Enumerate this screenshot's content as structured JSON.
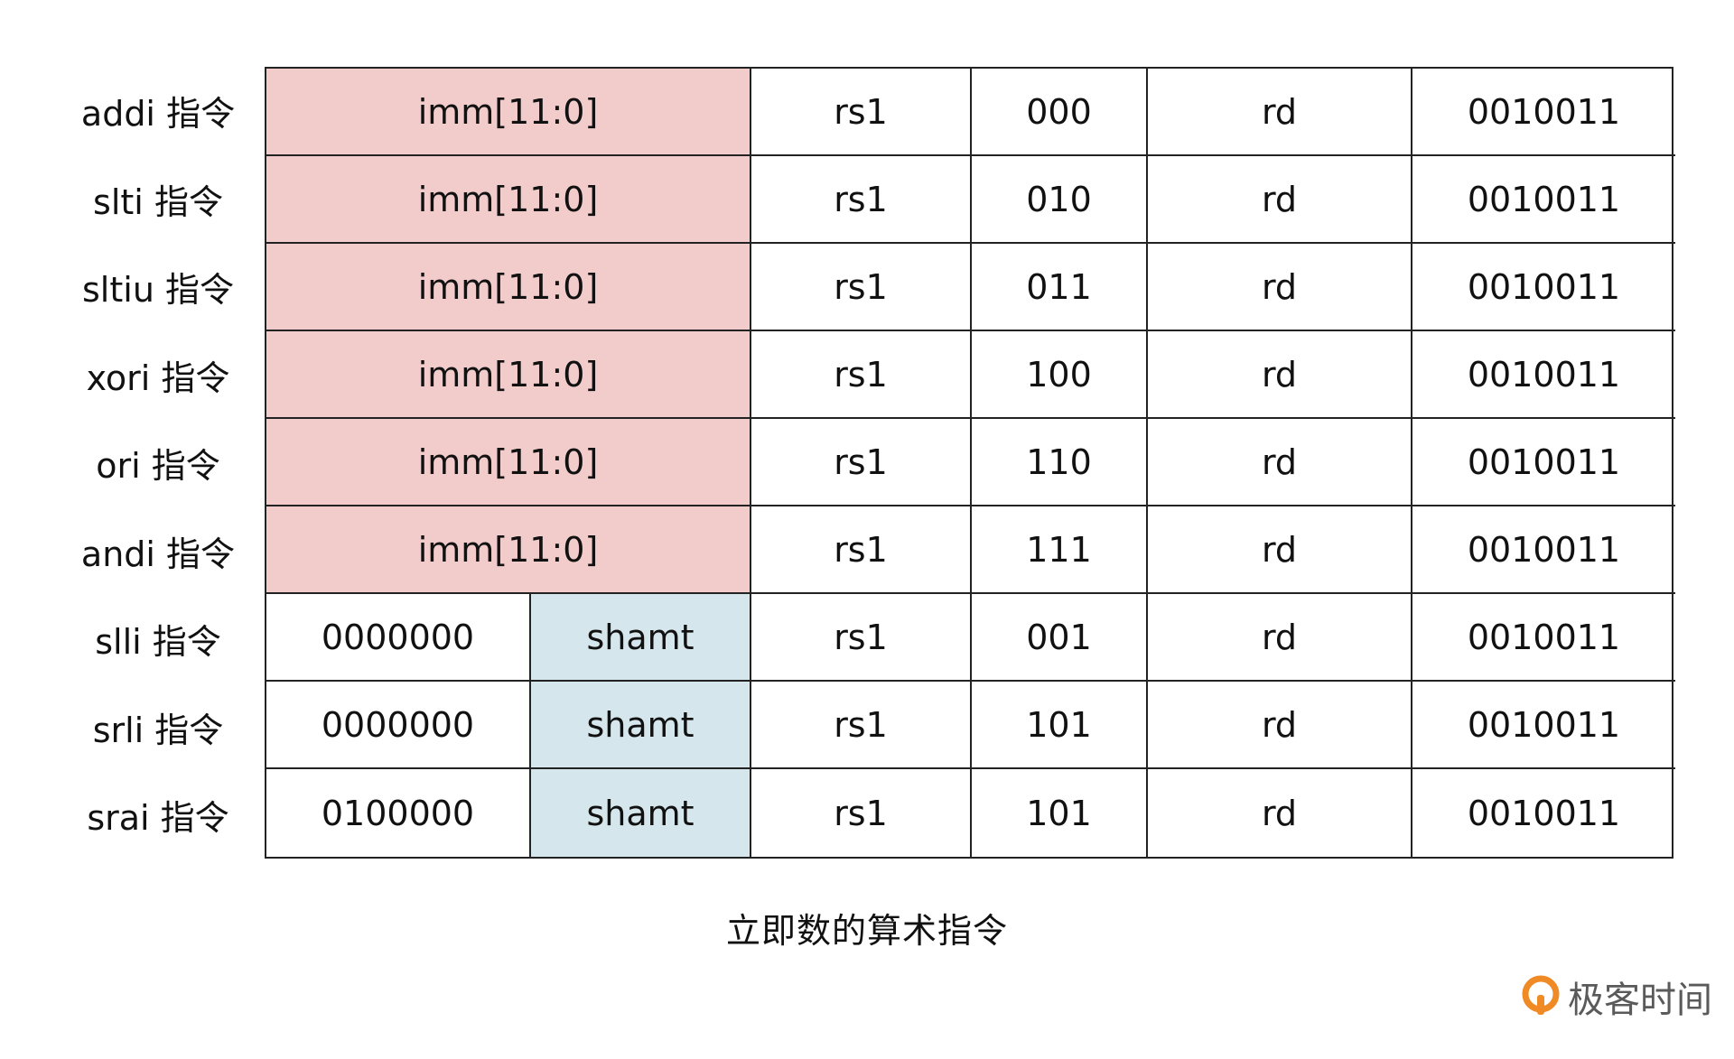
{
  "colors": {
    "imm_fill": "#f2cccb",
    "shamt_fill": "#d5e6ec",
    "border": "#222222",
    "logo_orange": "#f08a24",
    "logo_text": "#5a5a5a"
  },
  "rows": [
    {
      "label": "addi 指令",
      "imm": "imm[11:0]",
      "rs1": "rs1",
      "funct3": "000",
      "rd": "rd",
      "opcode": "0010011"
    },
    {
      "label": "slti 指令",
      "imm": "imm[11:0]",
      "rs1": "rs1",
      "funct3": "010",
      "rd": "rd",
      "opcode": "0010011"
    },
    {
      "label": "sltiu 指令",
      "imm": "imm[11:0]",
      "rs1": "rs1",
      "funct3": "011",
      "rd": "rd",
      "opcode": "0010011"
    },
    {
      "label": "xori 指令",
      "imm": "imm[11:0]",
      "rs1": "rs1",
      "funct3": "100",
      "rd": "rd",
      "opcode": "0010011"
    },
    {
      "label": "ori 指令",
      "imm": "imm[11:0]",
      "rs1": "rs1",
      "funct3": "110",
      "rd": "rd",
      "opcode": "0010011"
    },
    {
      "label": "andi 指令",
      "imm": "imm[11:0]",
      "rs1": "rs1",
      "funct3": "111",
      "rd": "rd",
      "opcode": "0010011"
    },
    {
      "label": "slli 指令",
      "funct7": "0000000",
      "shamt": "shamt",
      "rs1": "rs1",
      "funct3": "001",
      "rd": "rd",
      "opcode": "0010011"
    },
    {
      "label": "srli 指令",
      "funct7": "0000000",
      "shamt": "shamt",
      "rs1": "rs1",
      "funct3": "101",
      "rd": "rd",
      "opcode": "0010011"
    },
    {
      "label": "srai 指令",
      "funct7": "0100000",
      "shamt": "shamt",
      "rs1": "rs1",
      "funct3": "101",
      "rd": "rd",
      "opcode": "0010011"
    }
  ],
  "caption": "立即数的算术指令",
  "logo": {
    "text": "极客时间",
    "icon": "geektime-logo-icon"
  }
}
